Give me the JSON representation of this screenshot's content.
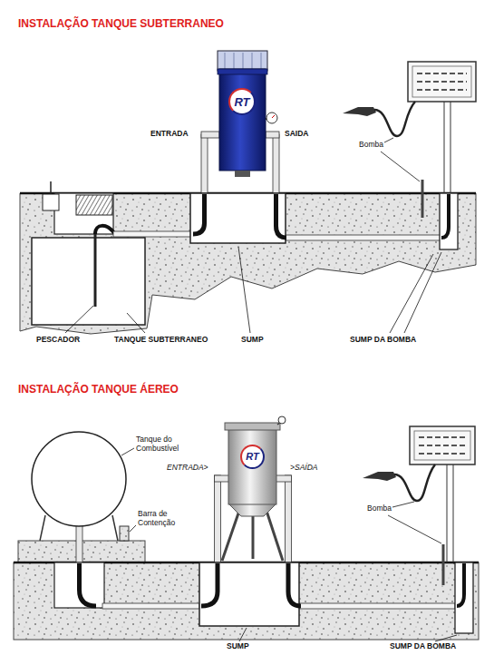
{
  "diagram": {
    "nodes": [
      {
        "text": [
          "RT"
        ]
      },
      {
        "text": [
          "RT"
        ]
      }
    ],
    "labels": [
      "INSTALAÇÃO TANQUE SUBTERRANEO",
      "ENTRADA",
      "SAIDA",
      "Bomba",
      "PESCADOR",
      "TANQUE SUBTERRANEO",
      "SUMP",
      "SUMP DA BOMBA",
      "INSTALAÇÃO TANQUE ÁEREO",
      "Tanque do Combustível",
      "Barra de Contenção",
      "ENTRADA>",
      ">SAÍDA",
      "Bomba",
      "SUMP",
      "SUMP DA BOMBA"
    ]
  }
}
